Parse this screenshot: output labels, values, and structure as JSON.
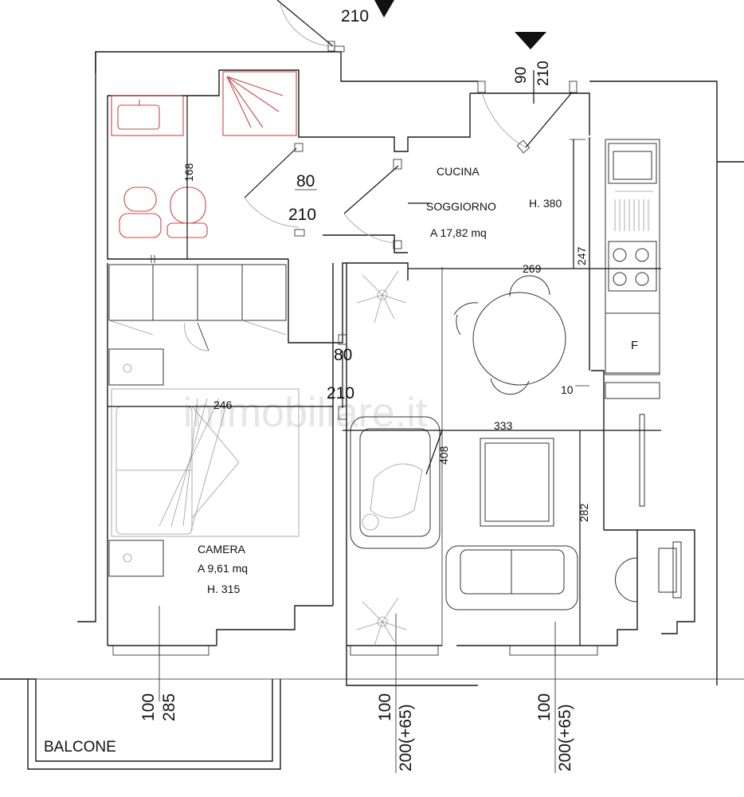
{
  "watermark": "immobiliare.it",
  "rooms": {
    "cucina_title": "CUCINA",
    "soggiorno_title": "SOGGIORNO",
    "soggiorno_area": "A 17,82 mq",
    "soggiorno_height": "H. 380",
    "camera_title": "CAMERA",
    "camera_area": "A 9,61 mq",
    "camera_height": "H. 315",
    "balcone_title": "BALCONE",
    "fridge_label": "F"
  },
  "dimensions": {
    "entry_top_door_height": "210",
    "entrance_door_width": "90",
    "entrance_door_height": "210",
    "bath_width": "168",
    "bath_door_width": "80",
    "bath_door_height": "210",
    "bedroom_door_width": "80",
    "bedroom_door_height": "210",
    "kitchen_depth": "247",
    "kitchen_width": "269",
    "wall_thickness": "10",
    "bedroom_width": "246",
    "living_width": "333",
    "living_depth": "408",
    "living_depth_lower": "282",
    "window1_sill": "100",
    "window1_height": "285",
    "window2_sill": "100",
    "window2_height": "200(+65)",
    "window3_sill": "100",
    "window3_height": "200(+65)"
  }
}
